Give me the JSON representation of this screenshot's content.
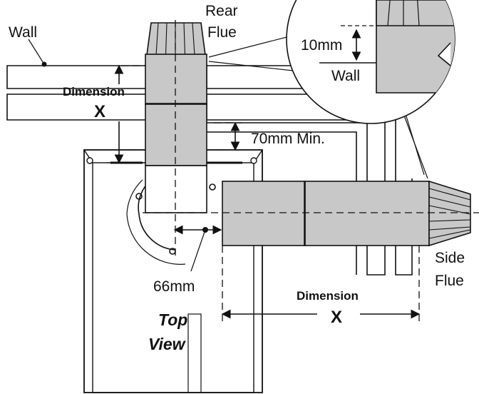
{
  "labels": {
    "wall": "Wall",
    "rear_flue_line1": "Rear",
    "rear_flue_line2": "Flue",
    "inset_measure": "10mm",
    "inset_wall": "Wall",
    "dimension_left": "Dimension",
    "x_left": "X",
    "min_clearance": "70mm Min.",
    "offset_measure": "66mm",
    "top_view_line1": "Top",
    "top_view_line2": "View",
    "dimension_bottom": "Dimension",
    "x_bottom": "X",
    "side_flue_line1": "Side",
    "side_flue_line2": "Flue"
  },
  "colors": {
    "line": "#111111",
    "flue_fill": "#c8c8c8",
    "paper": "#ffffff"
  }
}
